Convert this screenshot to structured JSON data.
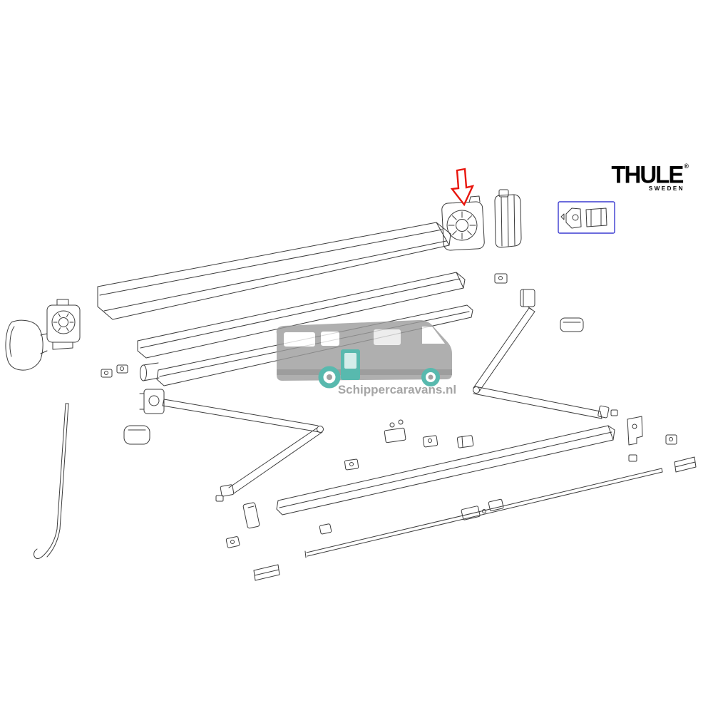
{
  "brand": {
    "name": "THULE",
    "registered": "®",
    "country": "SWEDEN"
  },
  "watermark": {
    "text": "Schippercaravans.nl"
  },
  "colors": {
    "line": "#3c3c3c",
    "highlight_arrow": "#e8150d",
    "selection_box": "#3a3ad0",
    "watermark_teal": "#2fa89a",
    "watermark_gray": "#9c9c9c",
    "watermark_text_gray": "#8f8f8f"
  },
  "parts": [
    {
      "id": "gear-drive-end-cap",
      "highlighted": true
    },
    {
      "id": "end-cap-cover"
    },
    {
      "id": "bracket-kit-boxed"
    },
    {
      "id": "case-top-profile"
    },
    {
      "id": "case-front-profile"
    },
    {
      "id": "fabric-roller-tube"
    },
    {
      "id": "left-end-cap"
    },
    {
      "id": "left-gear-mechanism"
    },
    {
      "id": "spring-arm-right"
    },
    {
      "id": "spring-arm-left"
    },
    {
      "id": "lead-rail"
    },
    {
      "id": "tension-rafter"
    },
    {
      "id": "crank-rod"
    },
    {
      "id": "mounting-clips"
    }
  ]
}
